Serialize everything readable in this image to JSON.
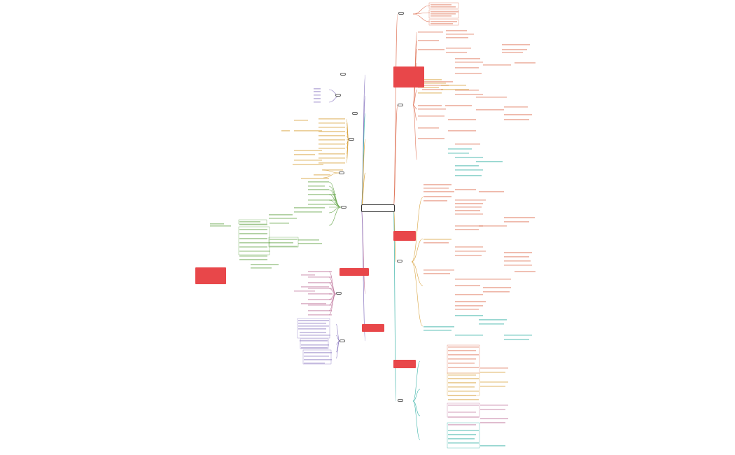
{
  "central_topic": "",
  "branches": [
    {
      "id": "b1",
      "label": "",
      "color": "#e07a5f"
    },
    {
      "id": "b2",
      "label": "",
      "color": "#e07a5f"
    },
    {
      "id": "b3",
      "label": "",
      "color": "#d9a441"
    },
    {
      "id": "b4",
      "label": "",
      "color": "#e07a5f"
    },
    {
      "id": "b5",
      "label": "",
      "color": "#3bb3a8"
    },
    {
      "id": "b6",
      "label": "",
      "color": "#8e7cc3"
    },
    {
      "id": "b7",
      "label": "",
      "color": "#8e7cc3"
    },
    {
      "id": "b8",
      "label": "",
      "color": "#3bb3a8"
    },
    {
      "id": "b9",
      "label": "",
      "color": "#d9c441"
    },
    {
      "id": "b10",
      "label": "",
      "color": "#d9a441"
    },
    {
      "id": "b11",
      "label": "",
      "color": "#6aa84f"
    },
    {
      "id": "b12",
      "label": "",
      "color": "#c27ba0"
    },
    {
      "id": "b13",
      "label": "",
      "color": "#8e7cc3"
    }
  ],
  "highlight_boxes": [
    {
      "id": "h1",
      "text": ""
    },
    {
      "id": "h2",
      "text": ""
    },
    {
      "id": "h3",
      "text": ""
    },
    {
      "id": "h4",
      "text": ""
    },
    {
      "id": "h5",
      "text": ""
    },
    {
      "id": "h6",
      "text": ""
    }
  ],
  "colors": {
    "red": "#e07a5f",
    "orange": "#d9a441",
    "teal": "#3bb3a8",
    "purple": "#8e7cc3",
    "green": "#6aa84f",
    "pink": "#c27ba0",
    "alert": "#e8474a"
  }
}
